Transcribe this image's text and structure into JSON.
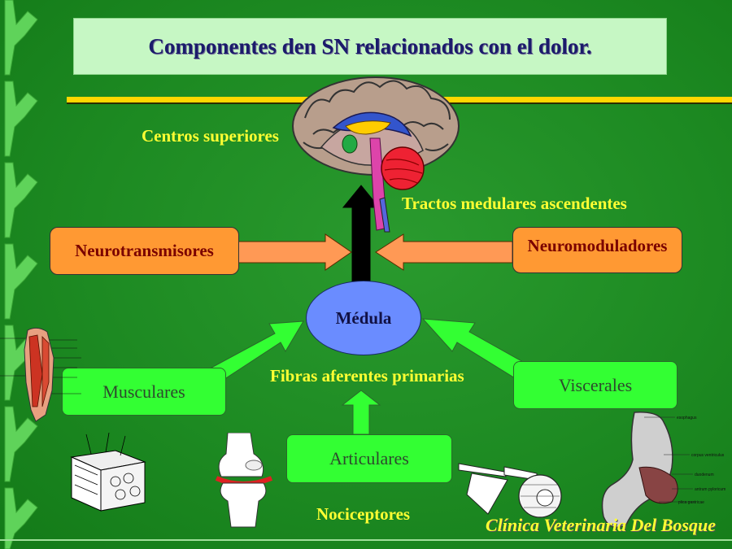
{
  "title": "Componentes den SN relacionados con el dolor.",
  "labels": {
    "centros_superiores": "Centros superiores",
    "tractos": "Tractos medulares ascendentes",
    "fibras": "Fibras aferentes primarias",
    "nociceptores": "Nociceptores"
  },
  "boxes": {
    "neurotransmisores": "Neurotransmisores",
    "neuromoduladores": "Neuromoduladores",
    "medula": "Médula",
    "musculares": "Musculares",
    "viscerales": "Viscerales",
    "articulares": "Articulares"
  },
  "footer": "Clínica Veterinaria Del Bosque",
  "stomach_labels": [
    "esophagus",
    "corpus ventriculus",
    "duodenum",
    "antrum pyloricum",
    "plica gastricae"
  ],
  "colors": {
    "background": "#1d8a22",
    "title_box": "#c6f7c4",
    "title_text": "#1b1b6b",
    "label_text": "#ffff33",
    "orange_box": "#ff9933",
    "green_box": "#33ff33",
    "medula": "#6a8cff",
    "gold_bar": "#ffd700"
  }
}
